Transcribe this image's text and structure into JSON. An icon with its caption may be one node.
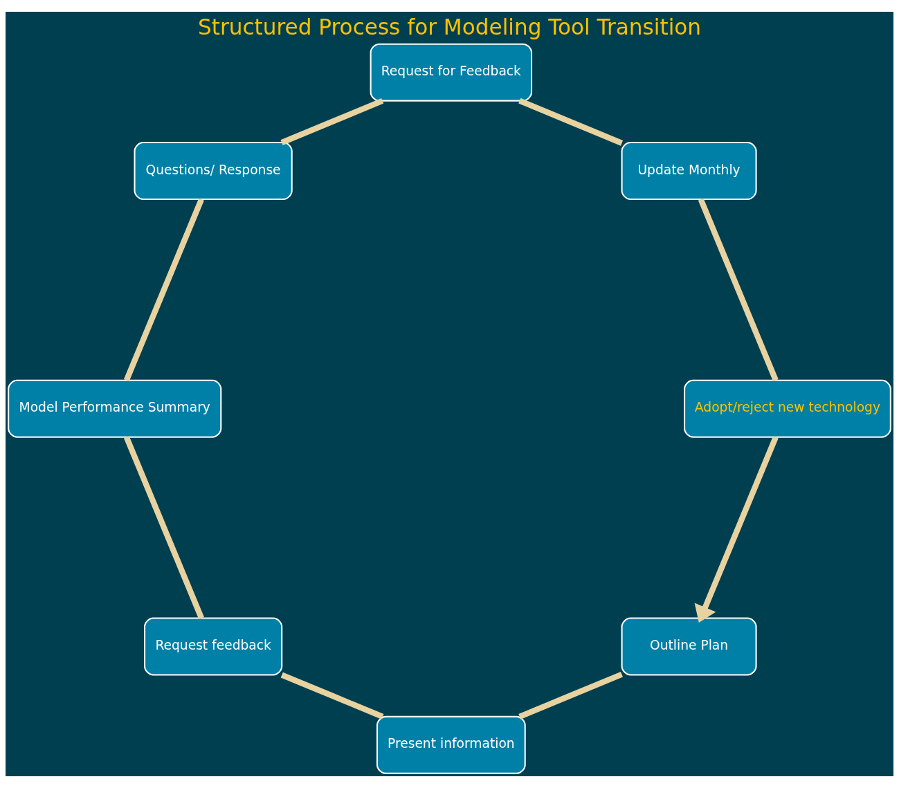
{
  "diagram": {
    "title": "Structured Process for Modeling Tool Transition",
    "nodes": [
      {
        "text": [
          "Outline Plan"
        ]
      },
      {
        "text": [
          "Present information"
        ]
      },
      {
        "text": [
          "Request feedback"
        ]
      },
      {
        "text": [
          "Model Performance Summary"
        ]
      },
      {
        "text": [
          "Questions/ Response"
        ]
      },
      {
        "text": [
          "Request for Feedback"
        ]
      },
      {
        "text": [
          "Update Monthly"
        ]
      },
      {
        "text": [
          "Adopt/reject new technology"
        ]
      }
    ],
    "edges": [
      {
        "from": 0,
        "to": 1,
        "arrow": "none"
      },
      {
        "from": 1,
        "to": 2,
        "arrow": "none"
      },
      {
        "from": 2,
        "to": 3,
        "arrow": "none"
      },
      {
        "from": 3,
        "to": 4,
        "arrow": "none"
      },
      {
        "from": 4,
        "to": 5,
        "arrow": "none"
      },
      {
        "from": 5,
        "to": 6,
        "arrow": "none"
      },
      {
        "from": 6,
        "to": 7,
        "arrow": "none"
      },
      {
        "from": 7,
        "to": 0,
        "arrow": "to"
      }
    ]
  }
}
